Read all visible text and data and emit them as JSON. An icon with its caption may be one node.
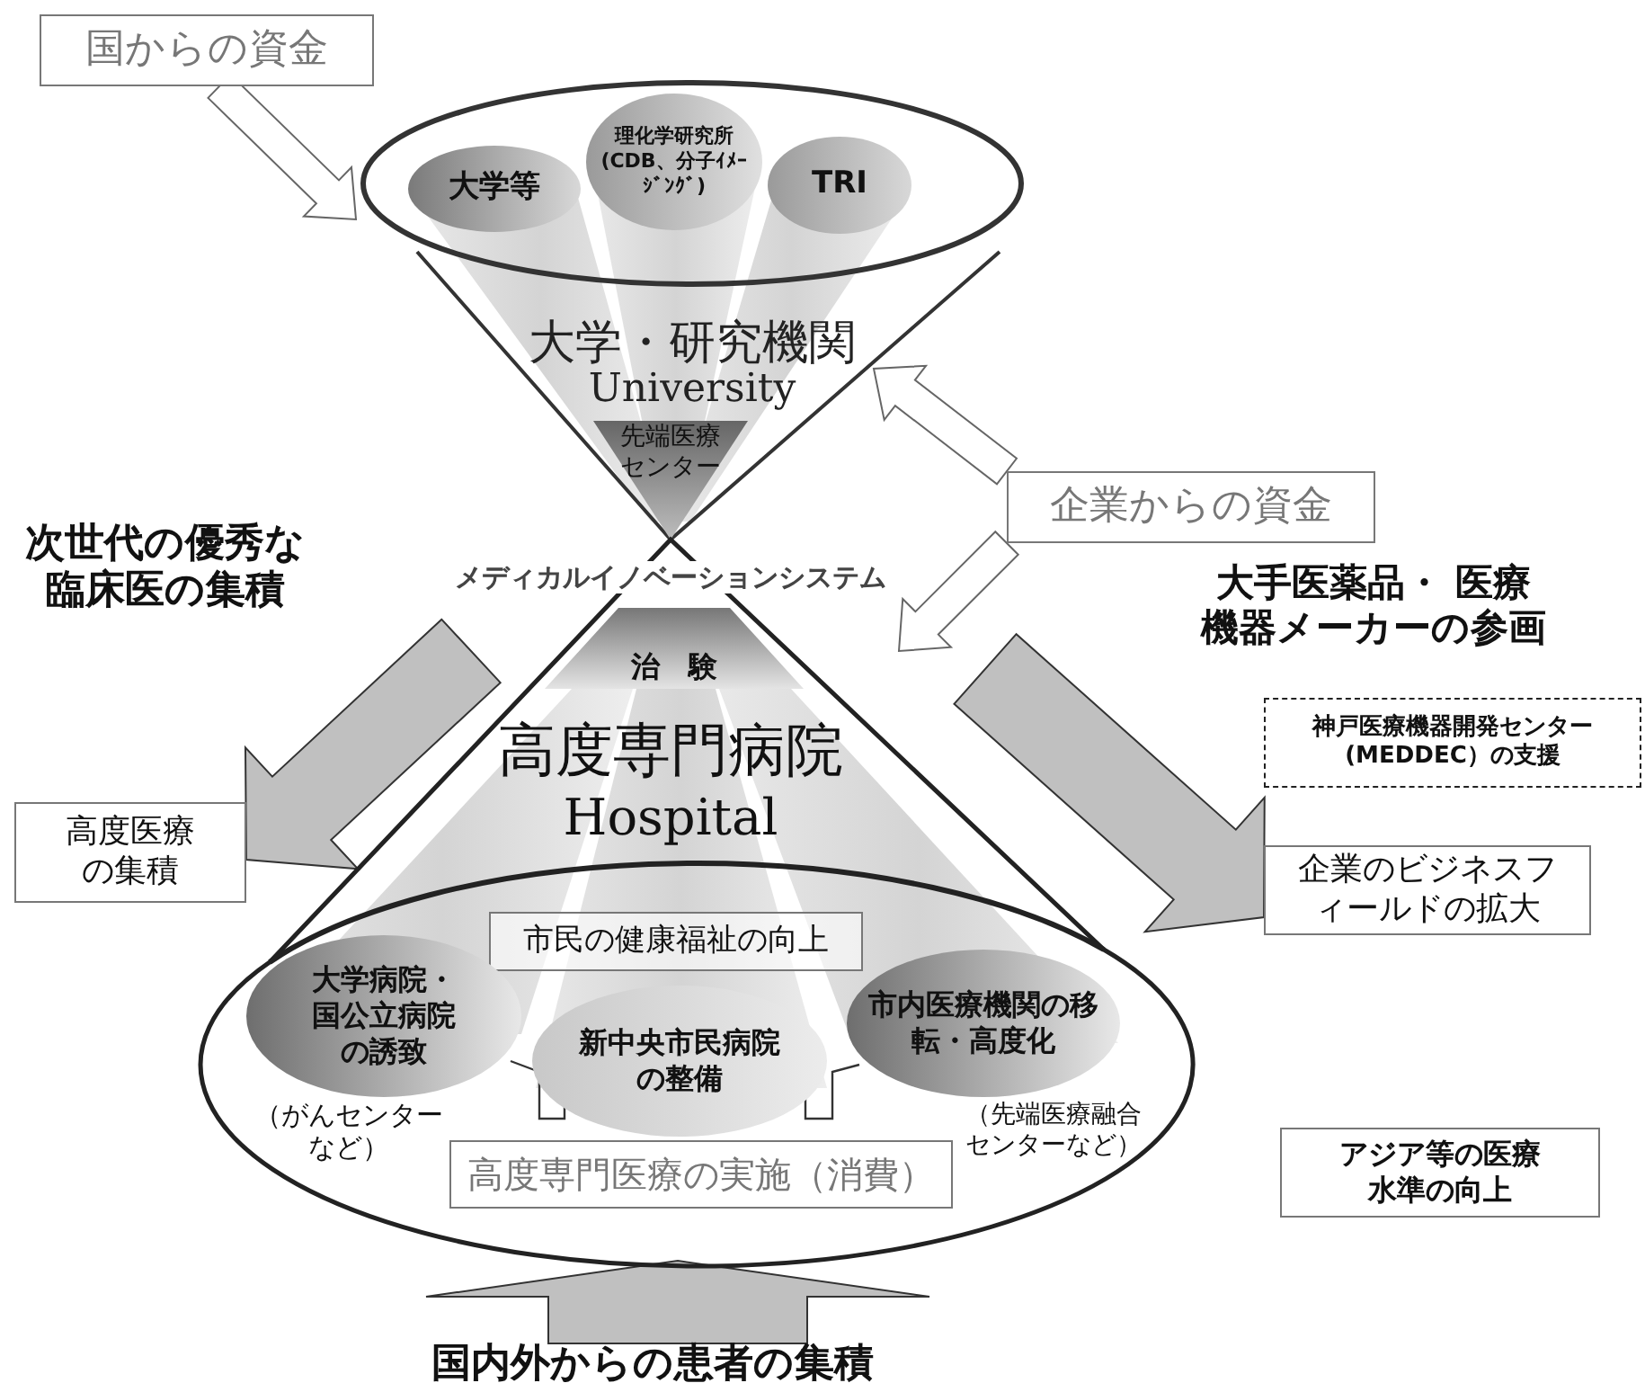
{
  "diagram": {
    "nodes": [
      {
        "text": [
          "国からの資金"
        ]
      },
      {
        "text": [
          "大学・研究機関",
          "University"
        ]
      },
      {
        "text": [
          "大学等"
        ],
        "in": 1
      },
      {
        "text": [
          "理化学研究所(CDB、分子ｲﾒｰｼﾞﾝｸﾞ)"
        ],
        "in": 1
      },
      {
        "text": [
          "TRI"
        ],
        "in": 1
      },
      {
        "text": [
          "先端医療センター"
        ],
        "in": 1
      },
      {
        "text": [
          "企業からの資金"
        ]
      },
      {
        "text": [
          "高度専門病院",
          "Hospital"
        ]
      },
      {
        "text": [
          "治　験"
        ],
        "in": 7
      },
      {
        "text": [
          "市民の健康福祉の向上"
        ],
        "in": 7
      },
      {
        "text": [
          "大学病院・国公立病院の誘致"
        ],
        "in": 7,
        "beside": [
          "（がんセンターなど）"
        ]
      },
      {
        "text": [
          "新中央市民病院の整備"
        ],
        "in": 7
      },
      {
        "text": [
          "市内医療機関の移転・高度化"
        ],
        "in": 7,
        "beside": [
          "（先端医療融合センターなど）"
        ]
      },
      {
        "text": [
          "高度専門医療の実施（消費）"
        ],
        "in": 7
      },
      {
        "text": [
          "高度医療の集積"
        ]
      },
      {
        "text": [
          "神戸医療機器開発センター(MEDDEC）の支援"
        ]
      },
      {
        "text": [
          "企業のビジネスフィールドの拡大"
        ]
      },
      {
        "text": [
          "アジア等の医療水準の向上"
        ]
      },
      {
        "text": [
          "国内外からの患者の集積"
        ]
      }
    ],
    "edges": [
      {
        "from": 0,
        "to": 1,
        "arrow": "to",
        "style": "thick"
      },
      {
        "from": 6,
        "to": 1,
        "arrow": "to",
        "style": "thick"
      },
      {
        "from": 6,
        "to": 7,
        "arrow": "to",
        "style": "thick"
      },
      {
        "from": 7,
        "to": 14,
        "arrow": "to",
        "style": "thick",
        "color": "#c0c0c0"
      },
      {
        "from": 7,
        "to": 16,
        "arrow": "to",
        "style": "thick",
        "color": "#c0c0c0"
      },
      {
        "from": 18,
        "to": 7,
        "arrow": "to",
        "style": "thick",
        "color": "#c0c0c0"
      },
      {
        "from": 10,
        "to": 11,
        "arrow": "none"
      },
      {
        "from": 12,
        "to": 11,
        "arrow": "none"
      }
    ],
    "labels": [
      "次世代の優秀な臨床医の集積",
      "メディカルイノベーションシステム",
      "大手医薬品・ 医療機器メーカーの参画"
    ]
  }
}
